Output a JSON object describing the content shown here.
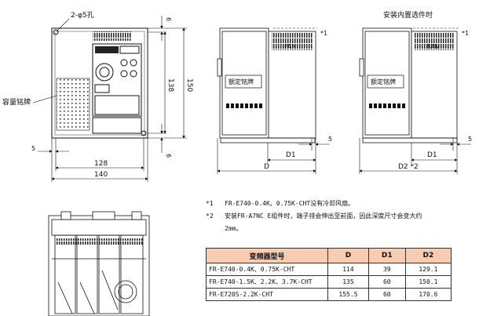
{
  "views": {
    "front": {
      "label_holes": "2-φ5孔",
      "label_plate": "容量铭牌"
    },
    "side_std": {
      "fan_label": "FAN",
      "plate_label": "额定铭牌",
      "note_mark": "*1"
    },
    "side_opt": {
      "title": "安装内置选件时",
      "fan_label": "FAN",
      "plate_label": "额定铭牌",
      "note_mark": "*1"
    }
  },
  "dimensions": {
    "top_gap": "6",
    "height_inner": "138",
    "height_total": "150",
    "bottom_gap": "6",
    "hole_offset": "5",
    "width_inner": "128",
    "width_total": "140",
    "side_right_gap": "5",
    "D1": "D1",
    "D": "D",
    "opt_right_gap": "5",
    "D1_opt": "D1",
    "D2": "D2 *2"
  },
  "notes": [
    {
      "mark": "*1",
      "text": "FR-E740-0.4K、0.75K-CHT没有冷却风扇。"
    },
    {
      "mark": "*2",
      "text": "安装FR-A7NC E组件时，端子排会伸出至前面，因此深度尺寸会变大约"
    },
    {
      "mark": "",
      "text": "2mm。"
    }
  ],
  "table": {
    "headers": [
      "变频器型号",
      "D",
      "D1",
      "D2"
    ],
    "rows": [
      [
        "FR-E740-0.4K、0.75K-CHT",
        "114",
        "39",
        "129.1"
      ],
      [
        "FR-E740-1.5K、2.2K、3.7K-CHT",
        "135",
        "60",
        "150.1"
      ],
      [
        "FR-E720S-2.2K-CHT",
        "155.5",
        "60",
        "170.6"
      ]
    ]
  }
}
